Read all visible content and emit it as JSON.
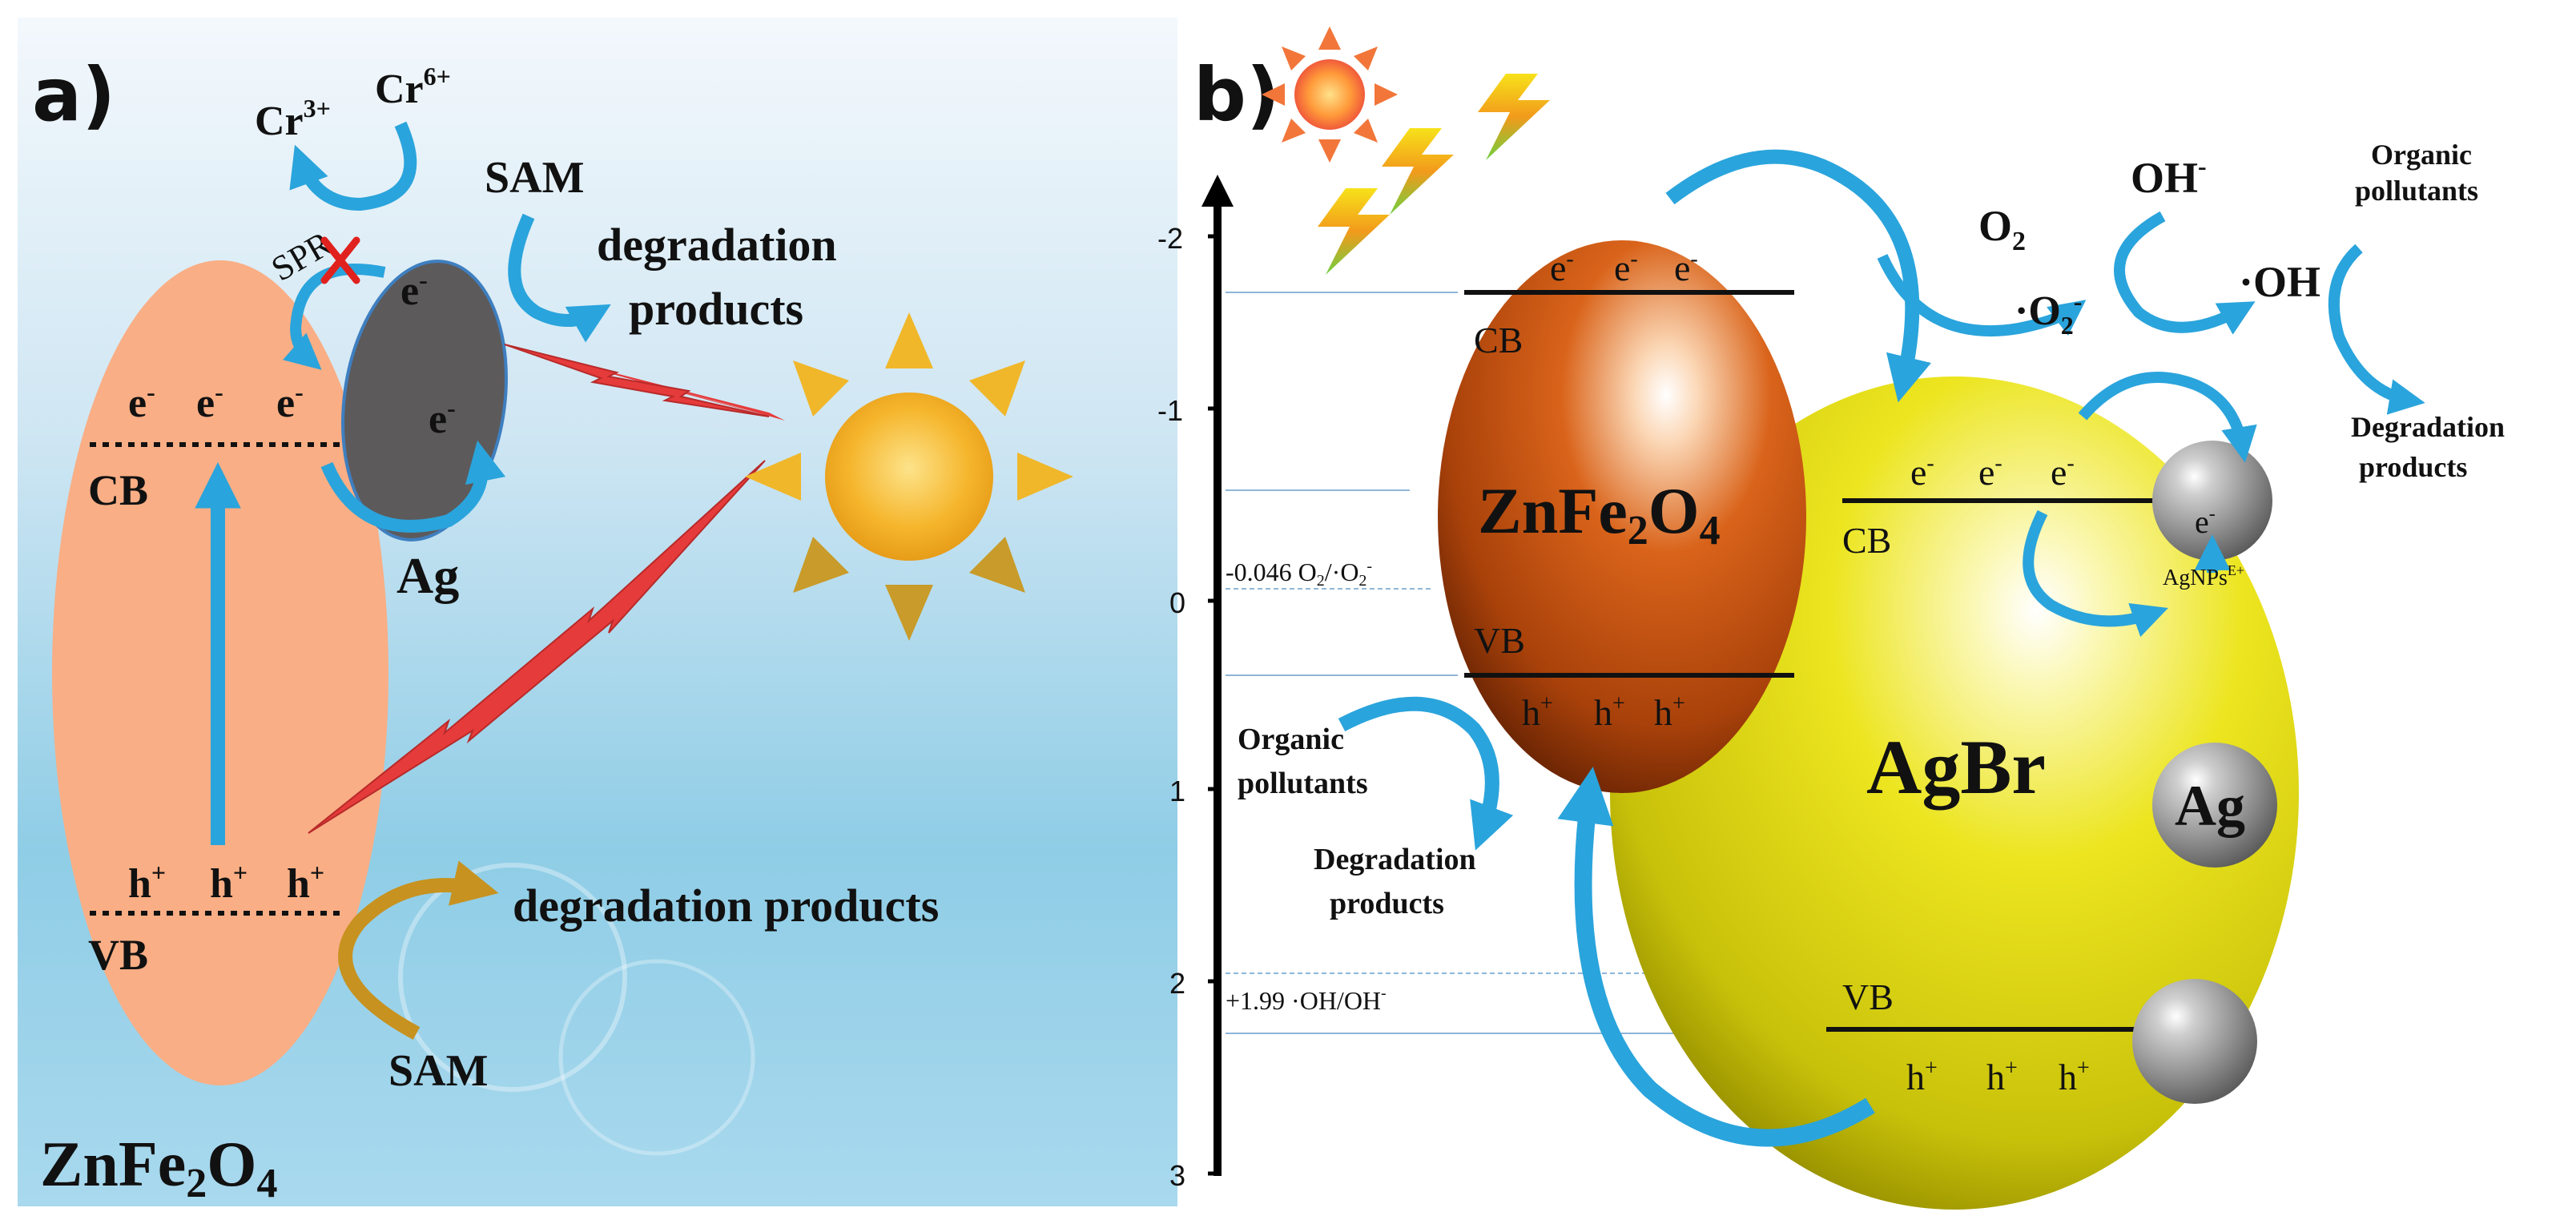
{
  "panel_a": {
    "label": "a)",
    "material": "ZnFe2O4",
    "cb": "CB",
    "vb": "VB",
    "electron": "e-",
    "hole": "h+",
    "metal": "Ag",
    "spr": "SPR",
    "cr3": "Cr3+",
    "cr6": "Cr6+",
    "sam": "SAM",
    "degradation_products": "degradation products"
  },
  "panel_b": {
    "label": "b)",
    "material1": "ZnFe2O4",
    "material2": "AgBr",
    "cb": "CB",
    "vb": "VB",
    "electron": "e-",
    "hole": "h+",
    "ag": "Ag",
    "agnps": "AgNPs",
    "agnps_sup": "E+",
    "o2": "O2",
    "superoxide": "·O2-",
    "oh_minus": "OH-",
    "oh_rad": "·OH",
    "organic_pollutants_line1": "Organic",
    "organic_pollutants_line2": "pollutants",
    "degradation_line1": "Degradation",
    "degradation_line2": "products",
    "potential_1": "-0.046 O2/·O2-",
    "potential_2": "+1.99 ·OH/OH-",
    "axis_ticks": [
      "-2",
      "-1",
      "0",
      "1",
      "2",
      "3"
    ]
  },
  "colors": {
    "blue_arrow": "#2aa4dc",
    "znfe_a": "#f9ae85",
    "ag_a": "#5d5a5b",
    "znfe_b": "#c04a0c",
    "agbr_b": "#e9e31e",
    "gold_arrow": "#c7921f",
    "red_beam": "#e63b3b"
  }
}
